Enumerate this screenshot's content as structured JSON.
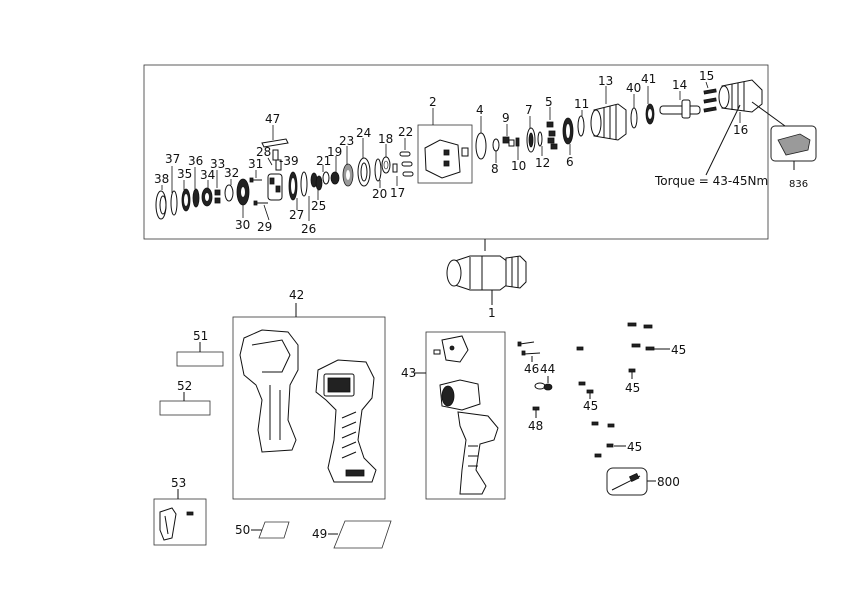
{
  "torque_note": "Torque = 43-45Nm",
  "callouts": {
    "c1": "1",
    "c2": "2",
    "c4": "4",
    "c5": "5",
    "c6": "6",
    "c7": "7",
    "c8": "8",
    "c9": "9",
    "c10": "10",
    "c11": "11",
    "c12": "12",
    "c13": "13",
    "c14": "14",
    "c15": "15",
    "c16": "16",
    "c17": "17",
    "c18": "18",
    "c19": "19",
    "c20": "20",
    "c21": "21",
    "c22": "22",
    "c23": "23",
    "c24": "24",
    "c25": "25",
    "c26": "26",
    "c27": "27",
    "c28": "28",
    "c29": "29",
    "c30": "30",
    "c31": "31",
    "c32": "32",
    "c33": "33",
    "c34": "34",
    "c35": "35",
    "c36": "36",
    "c37": "37",
    "c38": "38",
    "c39": "-39",
    "c40": "40",
    "c41": "41",
    "c42": "42",
    "c43": "43",
    "c44": "44",
    "c45a": "45",
    "c45b": "45",
    "c45c": "45",
    "c45d": "45",
    "c46": "46",
    "c47": "47",
    "c48": "48",
    "c49": "49",
    "c50": "50",
    "c51": "51",
    "c52": "52",
    "c53": "53",
    "c800": "800",
    "c836": "836"
  },
  "icons": [
    "drill-assembly-icon",
    "housing-clamshell-icon",
    "motor-handle-icon",
    "chuck-key-icon",
    "belt-clip-icon",
    "screw-icon"
  ]
}
